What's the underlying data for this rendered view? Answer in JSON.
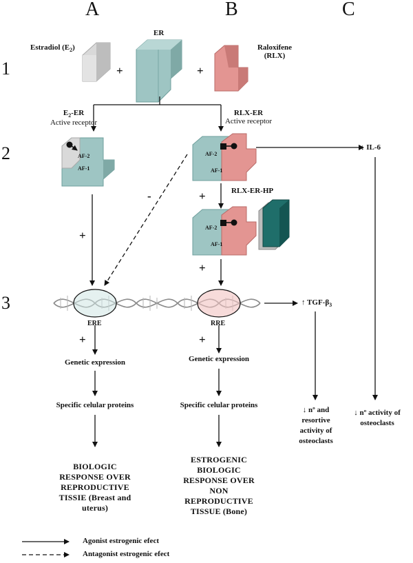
{
  "columns": [
    "A",
    "B",
    "C"
  ],
  "rows": [
    "1",
    "2",
    "3"
  ],
  "row1": {
    "estradiol": "Estradiol (E",
    "estradiol_sub": "2",
    "estradiol_close": ")",
    "er": "ER",
    "raloxifene_line1": "Raloxifene",
    "raloxifene_line2": "(RLX)",
    "plus": "+"
  },
  "row2": {
    "e2er_label_main": "E",
    "e2er_label_sub": "2",
    "e2er_label_rest": "-ER",
    "e2er_active": "Active receptor",
    "rlxer_label": "RLX-ER",
    "rlxer_active": "Active receptor",
    "rlxerhp_label": "RLX-ER-HP",
    "af2": "AF-2",
    "af1": "AF-1",
    "il6": "↓ IL-6",
    "minus": "-",
    "plus": "+"
  },
  "row3": {
    "ere": "ERE",
    "rre": "RRE",
    "tgf_main": "↑ TGF-β",
    "tgf_sub": "3",
    "plus": "+"
  },
  "colA": {
    "genetic": "Genetic expression",
    "proteins": "Specific celular proteins",
    "response": [
      "BIOLOGIC",
      "RESPONSE  OVER",
      "REPRODUCTIVE",
      "TISSIE (Breast and",
      "uterus)"
    ]
  },
  "colB": {
    "genetic": "Genetic expression",
    "proteins": "Specific celular proteins",
    "response": [
      "ESTROGENIC",
      "BIOLOGIC",
      "RESPONSE  OVER",
      "NON",
      "REPRODUCTIVE",
      "TISSUE (Bone)"
    ]
  },
  "colC": {
    "tgf_effect": [
      "↓ nº and",
      "resortive",
      "activity of",
      "osteoclasts"
    ],
    "il6_effect": [
      "↓ nº activity of",
      "osteoclasts"
    ]
  },
  "legend": {
    "agonist": "Agonist estrogenic efect",
    "antagonist": "Antagonist estrogenic efect"
  },
  "colors": {
    "receptor": "#9ec5c3",
    "receptor_dark": "#6f9f9c",
    "raloxifene": "#e39592",
    "raloxifene_dark": "#b86a67",
    "estradiol": "#d9d9d9",
    "estradiol_dark": "#a9a9a9",
    "coactivator": "#1f6e6a",
    "dna": "#8a8a8a"
  }
}
